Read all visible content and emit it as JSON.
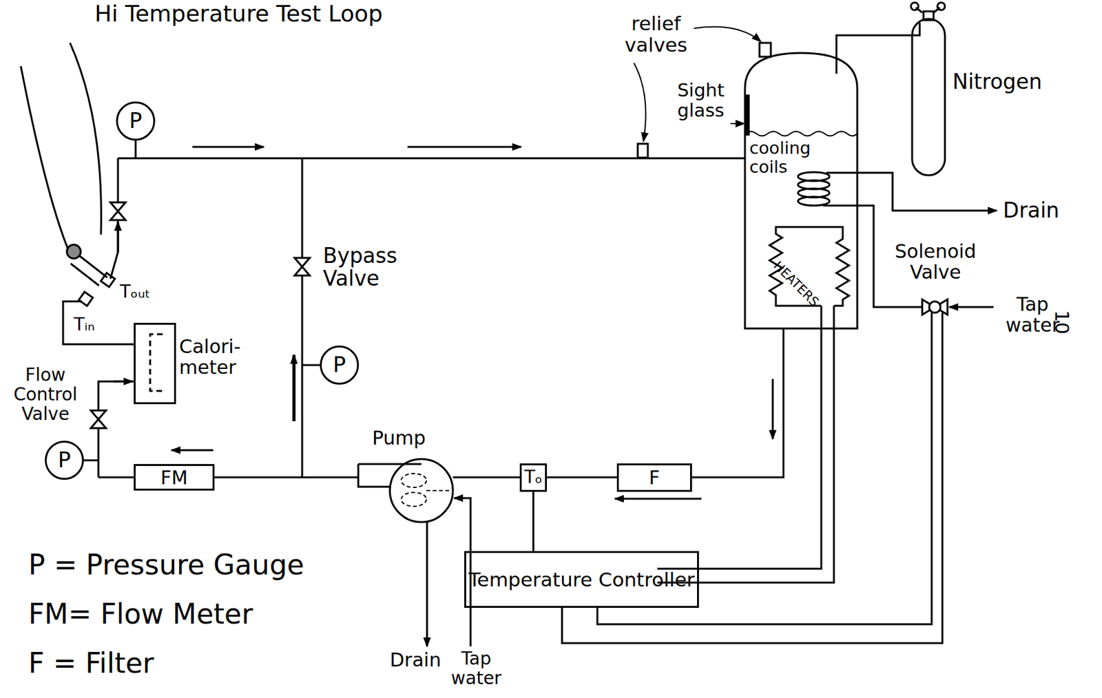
{
  "diagram": {
    "title": "Hi Temperature Test Loop",
    "nodes": [
      {
        "text": [
          "P"
        ]
      },
      {
        "text": [
          "Calori- meter"
        ]
      },
      {
        "text": [
          "P"
        ]
      },
      {
        "text": [
          "P"
        ]
      },
      {
        "text": [
          "FM"
        ]
      },
      {
        "text": [
          "Tₒ"
        ]
      },
      {
        "text": [
          "F"
        ]
      },
      {
        "text": [
          "Temperature Controller"
        ]
      }
    ],
    "edges": [
      {
        "from": 6,
        "to": 5,
        "arrow": "none"
      },
      {
        "from": 5,
        "to": 7,
        "arrow": "none"
      }
    ],
    "labels": [
      "relief valves",
      "Sight glass",
      "cooling coils",
      "Nitrogen",
      "Drain",
      "HEATERS",
      "Solenoid Valve",
      "Tap water",
      "10",
      "Bypass Valve",
      "Tₒᵤₜ",
      "Tᵢₙ",
      "Flow Control Valve",
      "Pump",
      "Drain",
      "Tap water",
      "P = Pressure Gauge",
      "FM= Flow Meter",
      "F = Filter"
    ]
  }
}
